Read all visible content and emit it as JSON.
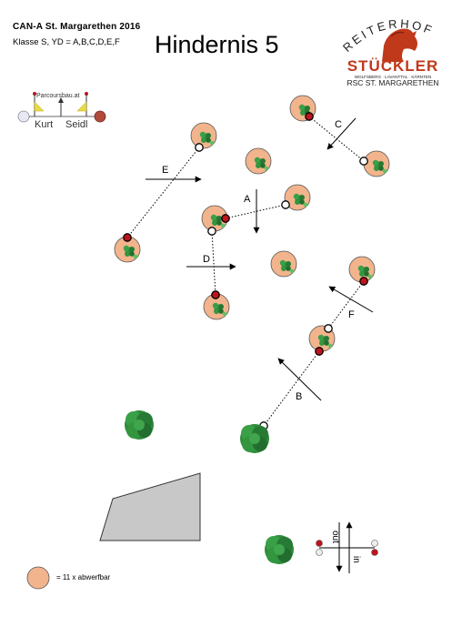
{
  "header": {
    "event": "CAN-A St. Margarethen 2016",
    "class_line": "Klasse S, YD = A,B,C,D,E,F",
    "title": "Hindernis 5"
  },
  "logo": {
    "arc_text": "REITERHOF",
    "brand": "STÜCKLER",
    "places": "WOLFSBERG · LAVANTTAL · KÄRNTEN",
    "club": "RSC ST. MARGARETHEN",
    "brand_color": "#c0391b"
  },
  "designer": {
    "site": "Parcoursbau.at",
    "first_name": "Kurt",
    "last_name": "Seidl"
  },
  "routes": [
    {
      "label": "A"
    },
    {
      "label": "B"
    },
    {
      "label": "C"
    },
    {
      "label": "D"
    },
    {
      "label": "E"
    },
    {
      "label": "F"
    }
  ],
  "in_out": {
    "in_label": "in",
    "out_label": "out"
  },
  "legend": {
    "text": "= 11 x abwerfbar",
    "symbol_color": "#f2b48c"
  },
  "colors": {
    "removable_fill": "#f2b48c",
    "bush_green": "#2e8b3a",
    "flag_red": "#c0141c",
    "box_gray": "#c8c8c8"
  }
}
